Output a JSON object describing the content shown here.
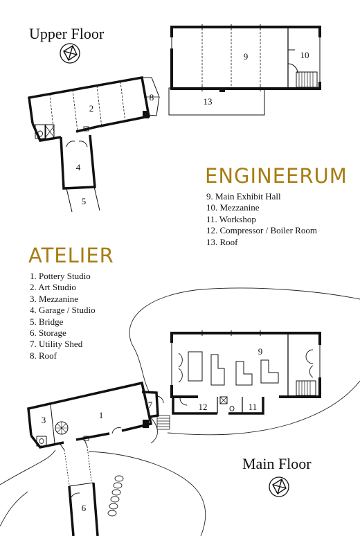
{
  "headings": {
    "upper_floor": "Upper Floor",
    "main_floor": "Main Floor"
  },
  "buildings": {
    "engineerum": {
      "name": "ENGINEERUM",
      "legend": [
        "9.  Main Exhibit Hall",
        "10. Mezzanine",
        "11. Workshop",
        "12. Compressor / Boiler Room",
        "13. Roof"
      ]
    },
    "atelier": {
      "name": "ATELIER",
      "legend": [
        "1.  Pottery Studio",
        "2.  Art Studio",
        "3.  Mezzanine",
        "4.  Garage / Studio",
        "5.  Bridge",
        "6.  Storage",
        "7.  Utility Shed",
        "8.  Roof"
      ]
    }
  },
  "room_numbers": {
    "upper": [
      "9",
      "10",
      "13",
      "2",
      "8",
      "4",
      "5"
    ],
    "main": [
      "9",
      "12",
      "11",
      "1",
      "3",
      "7",
      "6"
    ]
  },
  "colors": {
    "brand": "#a77c12",
    "wall": "#111111",
    "background": "#ffffff"
  },
  "icons": [
    "compass-rose-icon",
    "compass-rose-icon"
  ]
}
